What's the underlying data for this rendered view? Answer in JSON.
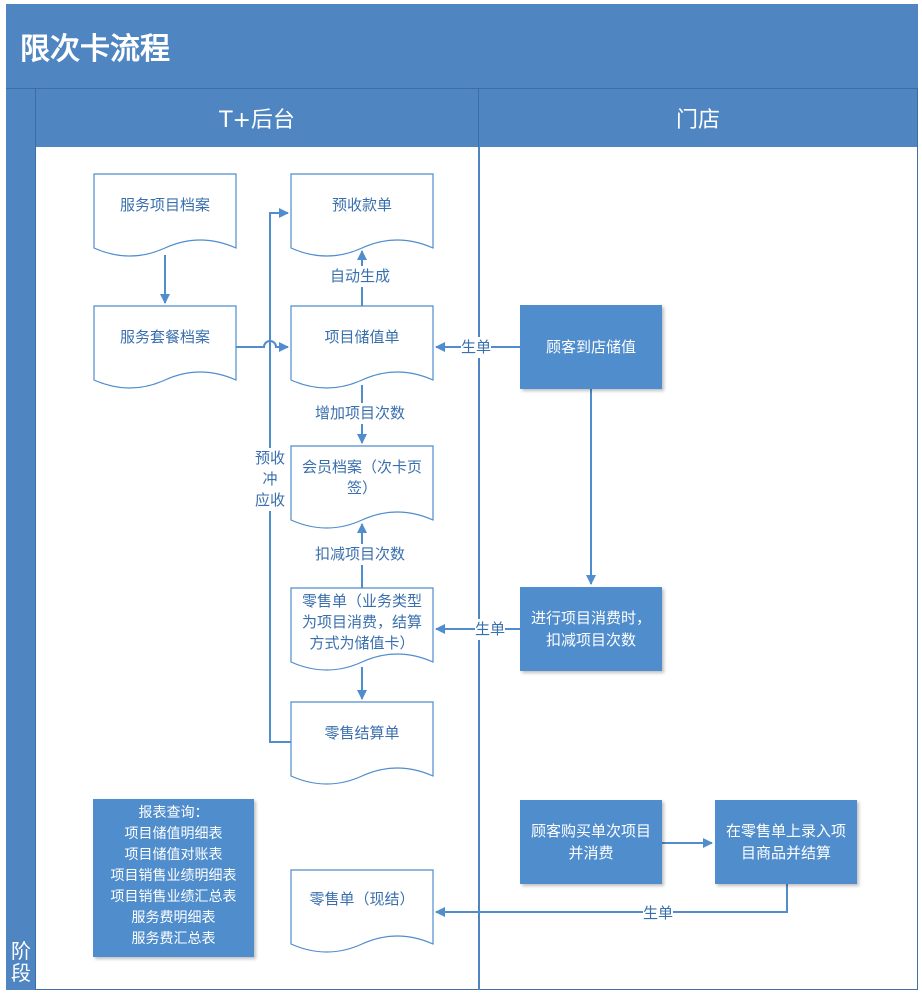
{
  "title": "限次卡流程",
  "phase_label": "阶段",
  "lanes": {
    "backend": "T+后台",
    "store": "门店"
  },
  "nodes": {
    "service_item_archive": "服务项目档案",
    "service_package_archive": "服务套餐档案",
    "advance_receipt": "预收款单",
    "item_deposit_order": "项目储值单",
    "member_archive_line1": "会员档案（次卡页",
    "member_archive_line2": "签）",
    "retail_order_line1": "零售单（业务类型",
    "retail_order_line2": "为项目消费，结算",
    "retail_order_line3": "方式为储值卡）",
    "retail_settlement": "零售结算单",
    "retail_cash": "零售单（现结）",
    "customer_deposit": "顾客到店储值",
    "consume_line1": "进行项目消费时，",
    "consume_line2": "扣减项目次数",
    "buy_single_line1": "顾客购买单次项目",
    "buy_single_line2": "并消费",
    "enter_retail_line1": "在零售单上录入项",
    "enter_retail_line2": "目商品并结算"
  },
  "edge_labels": {
    "auto_generate": "自动生成",
    "add_count": "增加项目次数",
    "deduct_count": "扣减项目次数",
    "offset_line1": "预收",
    "offset_line2": "冲",
    "offset_line3": "应收",
    "generate_1": "生单",
    "generate_2": "生单",
    "generate_3": "生单"
  },
  "report": {
    "heading": "报表查询：",
    "items": [
      "项目储值明细表",
      "项目储值对账表",
      "项目销售业绩明细表",
      "项目销售业绩汇总表",
      "服务费明细表",
      "服务费汇总表"
    ]
  },
  "colors": {
    "header": "#4f86c2",
    "process": "#4f8dcc",
    "line": "#4f8dcc",
    "text": "#3a6fae"
  }
}
